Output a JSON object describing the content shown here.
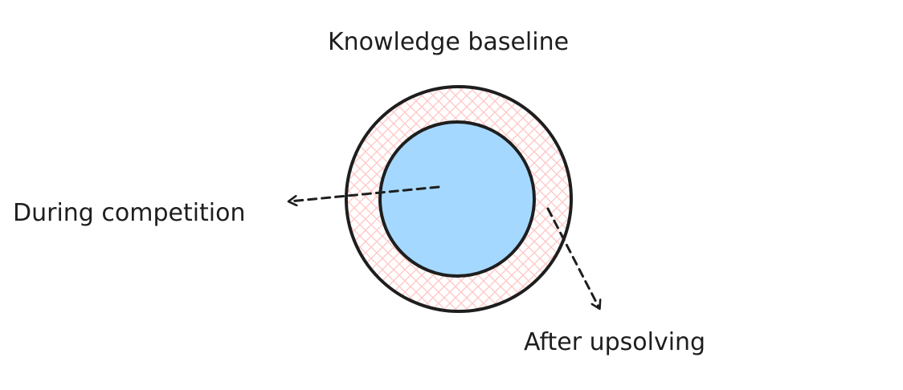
{
  "title": "Knowledge baseline",
  "labels": {
    "during": "During competition",
    "after": "After upsolving"
  },
  "colors": {
    "stroke": "#1e1e1e",
    "inner_fill": "#a5d8ff",
    "hatch": "#ffc9c9",
    "background": "#ffffff"
  }
}
